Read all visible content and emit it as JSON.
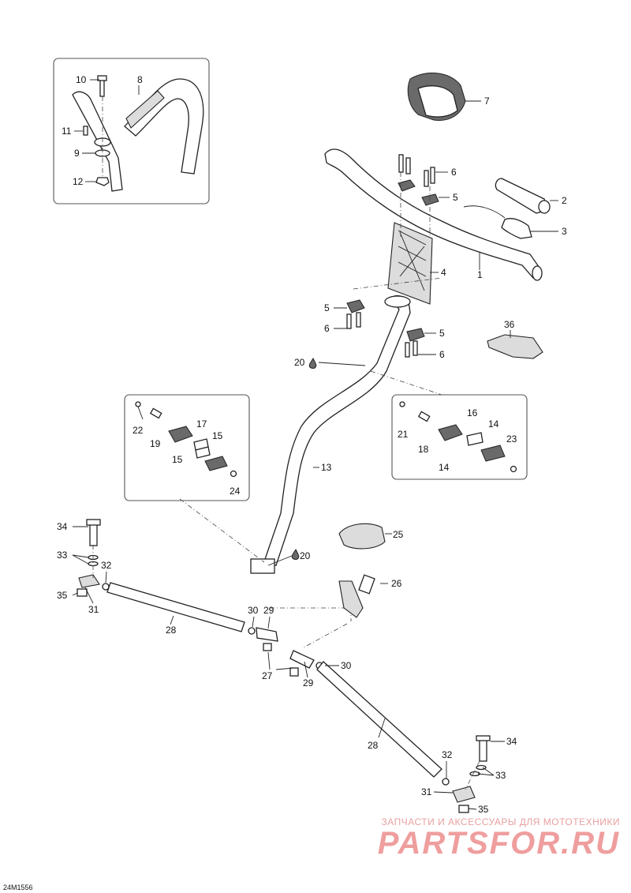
{
  "diagram": {
    "ref_code": "24M1556",
    "callouts": [
      {
        "id": "c10",
        "text": "10"
      },
      {
        "id": "c8",
        "text": "8"
      },
      {
        "id": "c11",
        "text": "11"
      },
      {
        "id": "c9",
        "text": "9"
      },
      {
        "id": "c12",
        "text": "12"
      },
      {
        "id": "c7",
        "text": "7"
      },
      {
        "id": "c6a",
        "text": "6"
      },
      {
        "id": "c5a",
        "text": "5"
      },
      {
        "id": "c2",
        "text": "2"
      },
      {
        "id": "c3",
        "text": "3"
      },
      {
        "id": "c4",
        "text": "4"
      },
      {
        "id": "c1",
        "text": "1"
      },
      {
        "id": "c5b",
        "text": "5"
      },
      {
        "id": "c6b",
        "text": "6"
      },
      {
        "id": "c5c",
        "text": "5"
      },
      {
        "id": "c6c",
        "text": "6"
      },
      {
        "id": "c36",
        "text": "36"
      },
      {
        "id": "c20a",
        "text": "20"
      },
      {
        "id": "c22",
        "text": "22"
      },
      {
        "id": "c19",
        "text": "19"
      },
      {
        "id": "c17",
        "text": "17"
      },
      {
        "id": "c15a",
        "text": "15"
      },
      {
        "id": "c15b",
        "text": "15"
      },
      {
        "id": "c24",
        "text": "24"
      },
      {
        "id": "c21",
        "text": "21"
      },
      {
        "id": "c18",
        "text": "18"
      },
      {
        "id": "c16",
        "text": "16"
      },
      {
        "id": "c14a",
        "text": "14"
      },
      {
        "id": "c14b",
        "text": "14"
      },
      {
        "id": "c23",
        "text": "23"
      },
      {
        "id": "c13",
        "text": "13"
      },
      {
        "id": "c25",
        "text": "25"
      },
      {
        "id": "c20b",
        "text": "20"
      },
      {
        "id": "c34a",
        "text": "34"
      },
      {
        "id": "c33a",
        "text": "33"
      },
      {
        "id": "c32a",
        "text": "32"
      },
      {
        "id": "c35a",
        "text": "35"
      },
      {
        "id": "c31a",
        "text": "31"
      },
      {
        "id": "c28a",
        "text": "28"
      },
      {
        "id": "c30a",
        "text": "30"
      },
      {
        "id": "c29a",
        "text": "29"
      },
      {
        "id": "c26",
        "text": "26"
      },
      {
        "id": "c27",
        "text": "27"
      },
      {
        "id": "c29b",
        "text": "29"
      },
      {
        "id": "c30b",
        "text": "30"
      },
      {
        "id": "c28b",
        "text": "28"
      },
      {
        "id": "c34b",
        "text": "34"
      },
      {
        "id": "c32b",
        "text": "32"
      },
      {
        "id": "c33b",
        "text": "33"
      },
      {
        "id": "c31b",
        "text": "31"
      },
      {
        "id": "c35b",
        "text": "35"
      }
    ]
  },
  "watermark": {
    "tagline": "ЗАПЧАСТИ И АКСЕССУАРЫ ДЛЯ МОТОТЕХНИКИ",
    "brand": "PARTSFOR.RU"
  }
}
